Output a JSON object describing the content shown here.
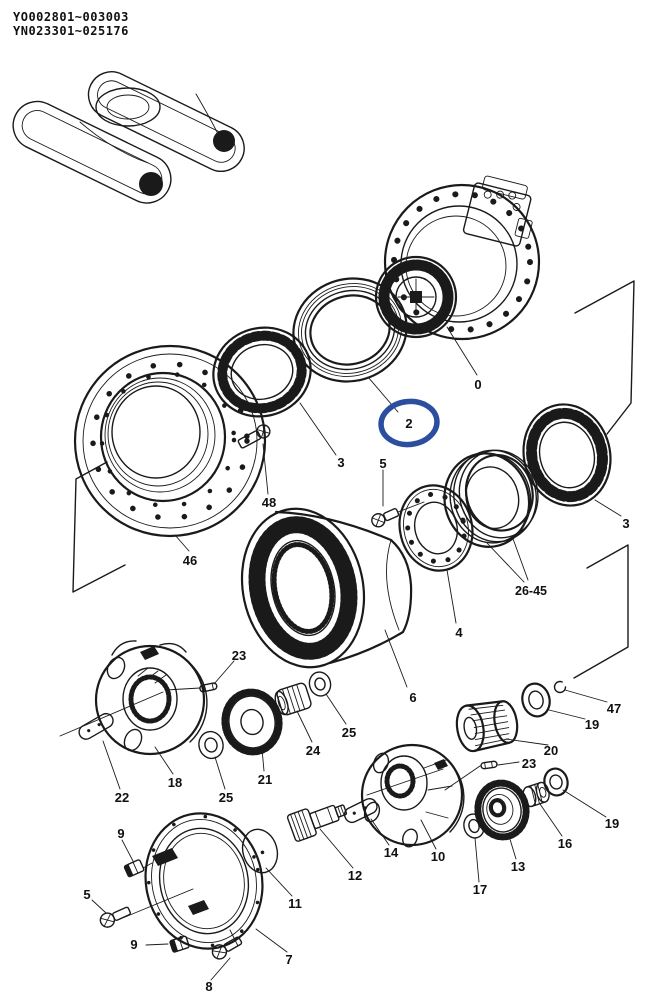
{
  "page": {
    "background": "#ffffff",
    "line_color": "#1a1a1a",
    "accent_blue": "#2b4f9e"
  },
  "header": {
    "serial_line_1": "YO002801~003003",
    "serial_line_2": "YN023301~025176"
  },
  "diagram": {
    "type": "exploded-parts-diagram",
    "subject": "travel-motor-and-final-drive",
    "highlighted_part": "2",
    "callouts": [
      {
        "label": "0"
      },
      {
        "label": "2",
        "highlighted": true
      },
      {
        "label": "3"
      },
      {
        "label": "5"
      },
      {
        "label": "46"
      },
      {
        "label": "48"
      },
      {
        "label": "3"
      },
      {
        "label": "26-45"
      },
      {
        "label": "4"
      },
      {
        "label": "6"
      },
      {
        "label": "23"
      },
      {
        "label": "18"
      },
      {
        "label": "22"
      },
      {
        "label": "21"
      },
      {
        "label": "25"
      },
      {
        "label": "24"
      },
      {
        "label": "25"
      },
      {
        "label": "20"
      },
      {
        "label": "47"
      },
      {
        "label": "19"
      },
      {
        "label": "23"
      },
      {
        "label": "10"
      },
      {
        "label": "14"
      },
      {
        "label": "13"
      },
      {
        "label": "16"
      },
      {
        "label": "17"
      },
      {
        "label": "19"
      },
      {
        "label": "12"
      },
      {
        "label": "11"
      },
      {
        "label": "7"
      },
      {
        "label": "9"
      },
      {
        "label": "9"
      },
      {
        "label": "8"
      },
      {
        "label": "5"
      }
    ]
  }
}
